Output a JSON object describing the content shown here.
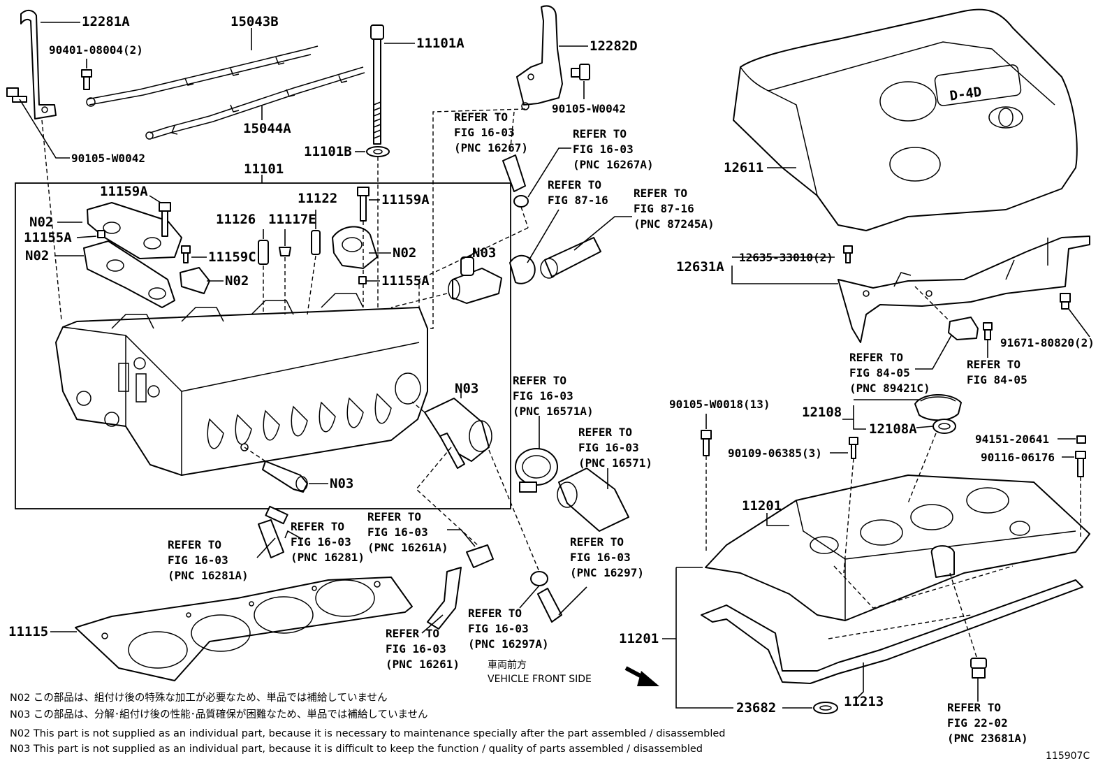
{
  "diagram_id": "115907C",
  "labels": {
    "p12281A": "12281A",
    "p15043B": "15043B",
    "p90401": "90401-08004(2)",
    "p11101A": "11101A",
    "p12282D": "12282D",
    "p90105_top": "90105-W0042",
    "p15044A": "15044A",
    "p90105_left": "90105-W0042",
    "p11101B": "11101B",
    "p11101": "11101",
    "p12611": "12611",
    "p11159A_l": "11159A",
    "p11122": "11122",
    "p11159A_r": "11159A",
    "p11126": "11126",
    "p11117E": "11117E",
    "p11155A_l": "11155A",
    "p11159C": "11159C",
    "pN02_a": "N02",
    "pN02_b": "N02",
    "pN02_c": "N02",
    "pN02_d": "N02",
    "pN03_a": "N03",
    "pN03_b": "N03",
    "pN03_c": "N03",
    "p11155A_r": "11155A",
    "p12635": "12635-33010(2)",
    "p12631A": "12631A",
    "p91671": "91671-80820(2)",
    "p90105_w18": "90105-W0018(13)",
    "p12108": "12108",
    "p12108A": "12108A",
    "p94151": "94151-20641",
    "p90109": "90109-06385(3)",
    "p90116": "90116-06176",
    "p11201_top": "11201",
    "p11201_side": "11201",
    "p11115": "11115",
    "p23682": "23682",
    "p11213": "11213"
  },
  "refs": {
    "r16267": [
      "REFER TO",
      "FIG 16-03",
      "(PNC 16267)"
    ],
    "r16267A": [
      "REFER TO",
      "FIG 16-03",
      "(PNC 16267A)"
    ],
    "r8716": [
      "REFER TO",
      "FIG 87-16"
    ],
    "r87245A": [
      "REFER TO",
      "FIG 87-16",
      "(PNC 87245A)"
    ],
    "r89421C": [
      "REFER TO",
      "FIG 84-05",
      "(PNC 89421C)"
    ],
    "r8405": [
      "REFER TO",
      "FIG 84-05"
    ],
    "r16571A": [
      "REFER TO",
      "FIG 16-03",
      "(PNC 16571A)"
    ],
    "r16571": [
      "REFER TO",
      "FIG 16-03",
      "(PNC 16571)"
    ],
    "r16281": [
      "REFER TO",
      "FIG 16-03",
      "(PNC 16281)"
    ],
    "r16281A": [
      "REFER TO",
      "FIG 16-03",
      "(PNC 16281A)"
    ],
    "r16261A": [
      "REFER TO",
      "FIG 16-03",
      "(PNC 16261A)"
    ],
    "r16297": [
      "REFER TO",
      "FIG 16-03",
      "(PNC 16297)"
    ],
    "r16297A": [
      "REFER TO",
      "FIG 16-03",
      "(PNC 16297A)"
    ],
    "r16261": [
      "REFER TO",
      "FIG 16-03",
      "(PNC 16261)"
    ],
    "r23681A": [
      "REFER TO",
      "FIG 22-02",
      "(PNC 23681A)"
    ]
  },
  "direction": {
    "jp": "車両前方",
    "en": "VEHICLE FRONT SIDE"
  },
  "cover_badge": "D-4D",
  "notes": [
    "N02  この部品は、組付け後の特殊な加工が必要なため、単品では補給していません",
    "N03  この部品は、分解･組付け後の性能･品質確保が困難なため、単品では補給していません",
    "N02  This part is not supplied as an individual part, because it is necessary to maintenance specially after the part assembled / disassembled",
    "N03  This part is not supplied as an individual part, because it is difficult to keep the function / quality of parts  assembled / disassembled"
  ]
}
